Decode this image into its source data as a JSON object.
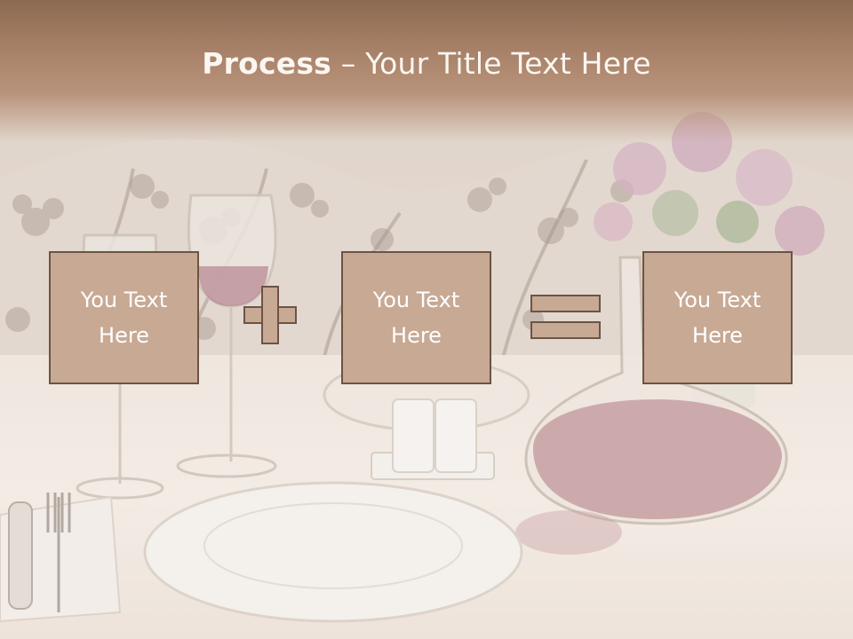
{
  "title": {
    "bold": "Process",
    "rest": " – Your Title Text Here"
  },
  "boxes": [
    {
      "line1": "You Text",
      "line2": "Here"
    },
    {
      "line1": "You Text",
      "line2": "Here"
    },
    {
      "line1": "You Text",
      "line2": "Here"
    }
  ],
  "operators": [
    "plus-icon",
    "equals-icon"
  ],
  "colors": {
    "box_fill": "#c8a994",
    "box_border": "#6b5444",
    "header_band": "#9c765c",
    "title_text": "#fbf6f1"
  }
}
